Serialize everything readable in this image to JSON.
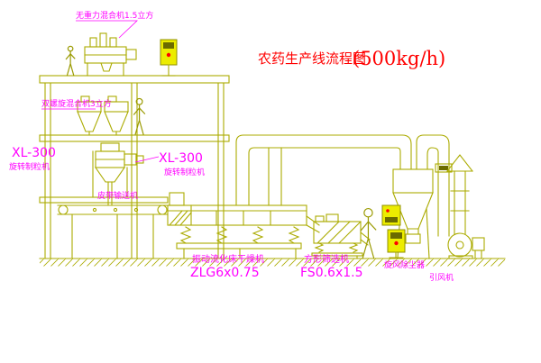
{
  "title": {
    "text": "农药生产线流程图",
    "capacity": "(500kg/h)"
  },
  "labels": {
    "top_mixer": "无重力混合机1.5立方",
    "floor2_mixer": "双螺旋混合机3立方",
    "granulator_left_model": "XL-300",
    "granulator_left_name": "旋转制粒机",
    "granulator_mid_model": "XL-300",
    "granulator_mid_name": "旋转制粒机",
    "belt_conveyor": "皮带输送机",
    "dryer_name": "振动流化床干燥机",
    "dryer_model": "ZLG6x0.75",
    "sieve_name": "方形筛选机",
    "sieve_model": "FS0.6x1.5",
    "cyclone": "旋风除尘器",
    "fan": "引风机"
  },
  "colors": {
    "background": "#FFFFFF",
    "line": "#ABAB00",
    "line_dark": "#6B6B00",
    "panel_fill": "#ECEC00",
    "label_magenta": "#FF00FF",
    "title_red": "#FF0000",
    "indicator_red": "#FF0000"
  }
}
